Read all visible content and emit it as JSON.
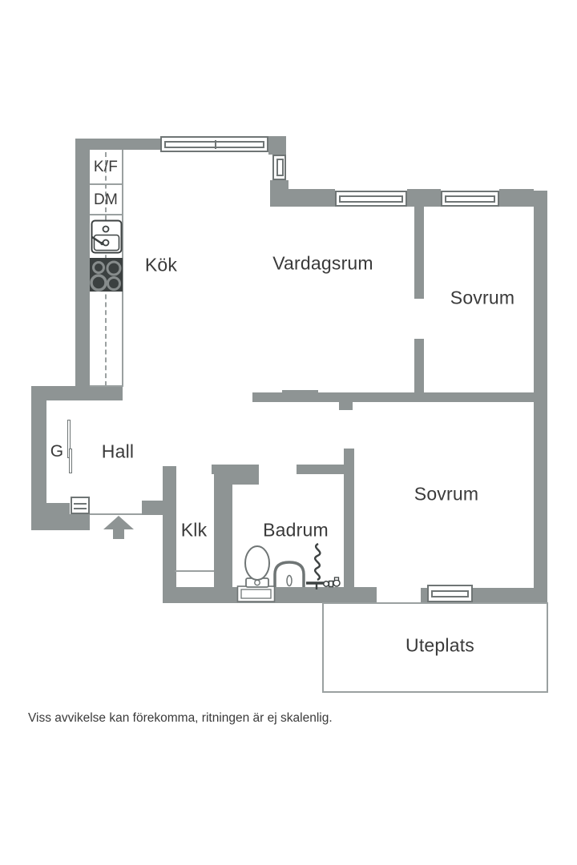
{
  "labels": {
    "kyl_frys": "K/F",
    "diskmaskin": "DM",
    "kok": "Kök",
    "vardagsrum": "Vardagsrum",
    "sovrum_top": "Sovrum",
    "garderob": "G",
    "hall": "Hall",
    "klk": "Klk",
    "badrum": "Badrum",
    "sovrum_bottom": "Sovrum",
    "uteplats": "Uteplats"
  },
  "disclaimer": "Viss avvikelse kan förekomma, ritningen är ej skalenlig.",
  "colors": {
    "wall": "#8e9494",
    "text": "#3a3a3a",
    "fixture": "#6f7575",
    "stove_top": "#3b4040",
    "burner_ring": "#878c8c",
    "thin_line": "#9aa0a0",
    "background": "#ffffff"
  }
}
